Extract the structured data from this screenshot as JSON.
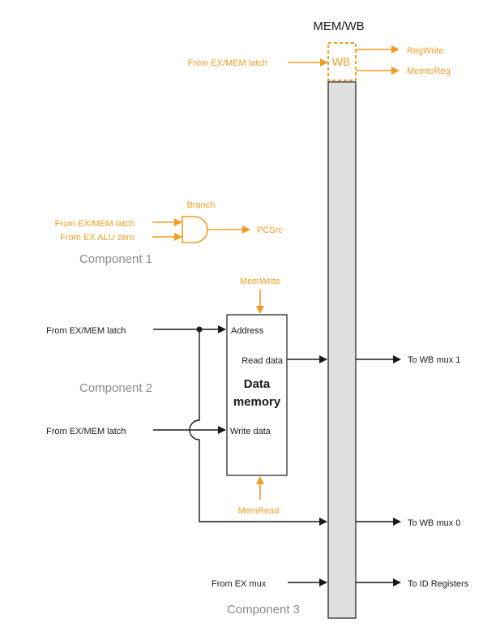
{
  "colors": {
    "control": "#f29c1f",
    "wire": "#1a1a1a",
    "component_label": "#8a8a8a",
    "latch_fill": "#e0e0e0"
  },
  "latch": {
    "title": "MEM/WB",
    "wb_field": "WB",
    "wb_input": "From EX/MEM latch",
    "outputs": [
      "RegWrite",
      "MemtoReg"
    ]
  },
  "component1": {
    "name": "Component 1",
    "gate_label": "Branch",
    "inputs": [
      "From EX/MEM latch",
      "From EX ALU zero"
    ],
    "output": "PCSrc"
  },
  "component2": {
    "name": "Component 2",
    "memory_title_line1": "Data",
    "memory_title_line2": "memory",
    "mem_write": "MemWrite",
    "mem_read": "MemRead",
    "address_port": "Address",
    "read_data_port": "Read data",
    "write_data_port": "Write data",
    "address_source": "From EX/MEM latch",
    "write_data_source": "From EX/MEM latch",
    "out_read": "To WB mux 1",
    "out_addr": "To WB mux 0"
  },
  "component3": {
    "name": "Component 3",
    "input": "From EX mux",
    "output": "To ID Registers"
  }
}
